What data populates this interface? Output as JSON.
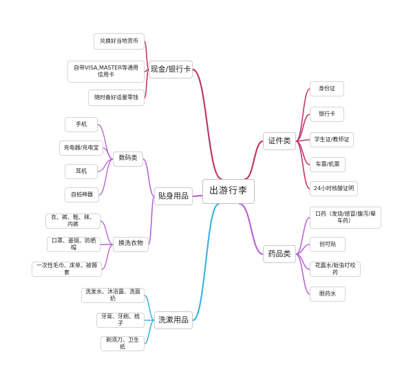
{
  "colors": {
    "red": "#c0346b",
    "purple": "#b764d6",
    "blue": "#3cb3de"
  },
  "root": "出游行李",
  "branches": {
    "cash": {
      "label": "现金/银行卡",
      "items": [
        "兑换好当地货币",
        "自带VISA,MASTER等通用信用卡",
        "随时备好适量零钱"
      ]
    },
    "body": {
      "label": "贴身用品",
      "digital": {
        "label": "数码类",
        "items": [
          "手机",
          "充电器/充电宝",
          "耳机",
          "自拍神器"
        ]
      },
      "clothes": {
        "label": "换洗衣物",
        "items": [
          "衣、裤、鞋、袜、内裤",
          "口罩、墨镜、防晒帽",
          "一次性毛巾、床单、被褥套"
        ]
      }
    },
    "wash": {
      "label": "洗漱用品",
      "items": [
        "洗发水、沐浴露、洗面奶",
        "牙膏、牙刷、梳子",
        "剃须刀、卫生纸"
      ]
    },
    "docs": {
      "label": "证件类",
      "items": [
        "身份证",
        "银行卡",
        "学生证/教师证",
        "车票/机票",
        "24小时核酸证明"
      ]
    },
    "meds": {
      "label": "药品类",
      "items": [
        "口药（发烧/感冒/腹泻/晕车药）",
        "创可贴",
        "花露水/蚊虫叮咬药",
        "眼药水"
      ]
    }
  }
}
